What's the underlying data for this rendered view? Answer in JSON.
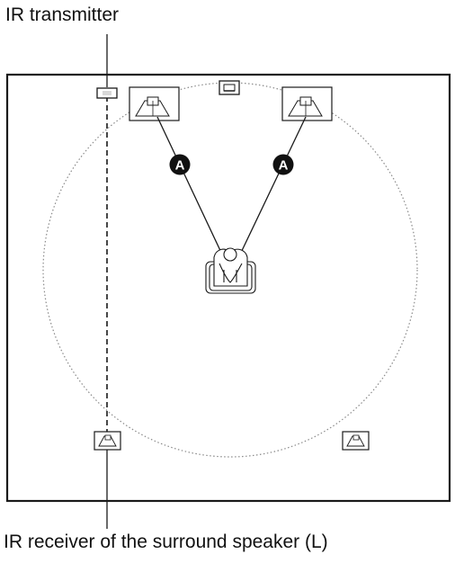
{
  "labels": {
    "top": "IR transmitter",
    "bottom": "IR receiver of the surround speaker (L)"
  },
  "markers": {
    "left": "A",
    "right": "A"
  },
  "colors": {
    "line": "#1a1a1a",
    "dotted": "#8a8a8a",
    "marker_fill": "#111111",
    "marker_text": "#ffffff"
  }
}
